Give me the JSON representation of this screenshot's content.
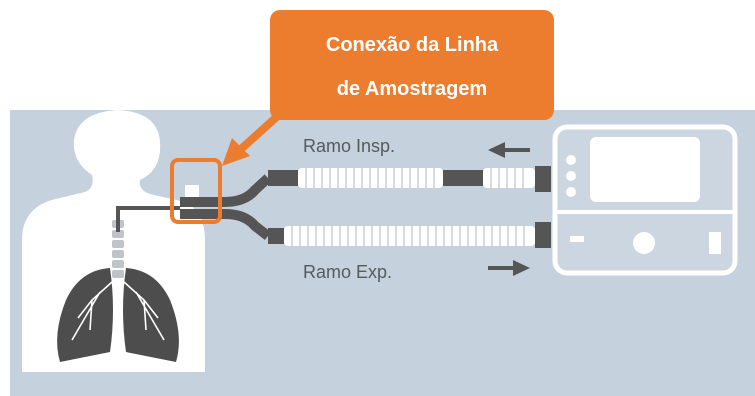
{
  "callout": {
    "line1": "Conexão da Linha",
    "line2": "de Amostragem",
    "color": "#ec7d2e"
  },
  "labels": {
    "inspiratory": "Ramo Insp.",
    "expiratory": "Ramo Exp."
  },
  "colors": {
    "background_panel": "#c5d1dd",
    "silhouette": "#ffffff",
    "tubing_dark": "#555555",
    "lungs": "#4d4d4d",
    "monitor_outline": "#ffffff"
  },
  "icons": [
    "patient-silhouette",
    "lungs-icon",
    "ventilator-monitor-icon",
    "arrow-left-icon",
    "arrow-right-icon"
  ]
}
